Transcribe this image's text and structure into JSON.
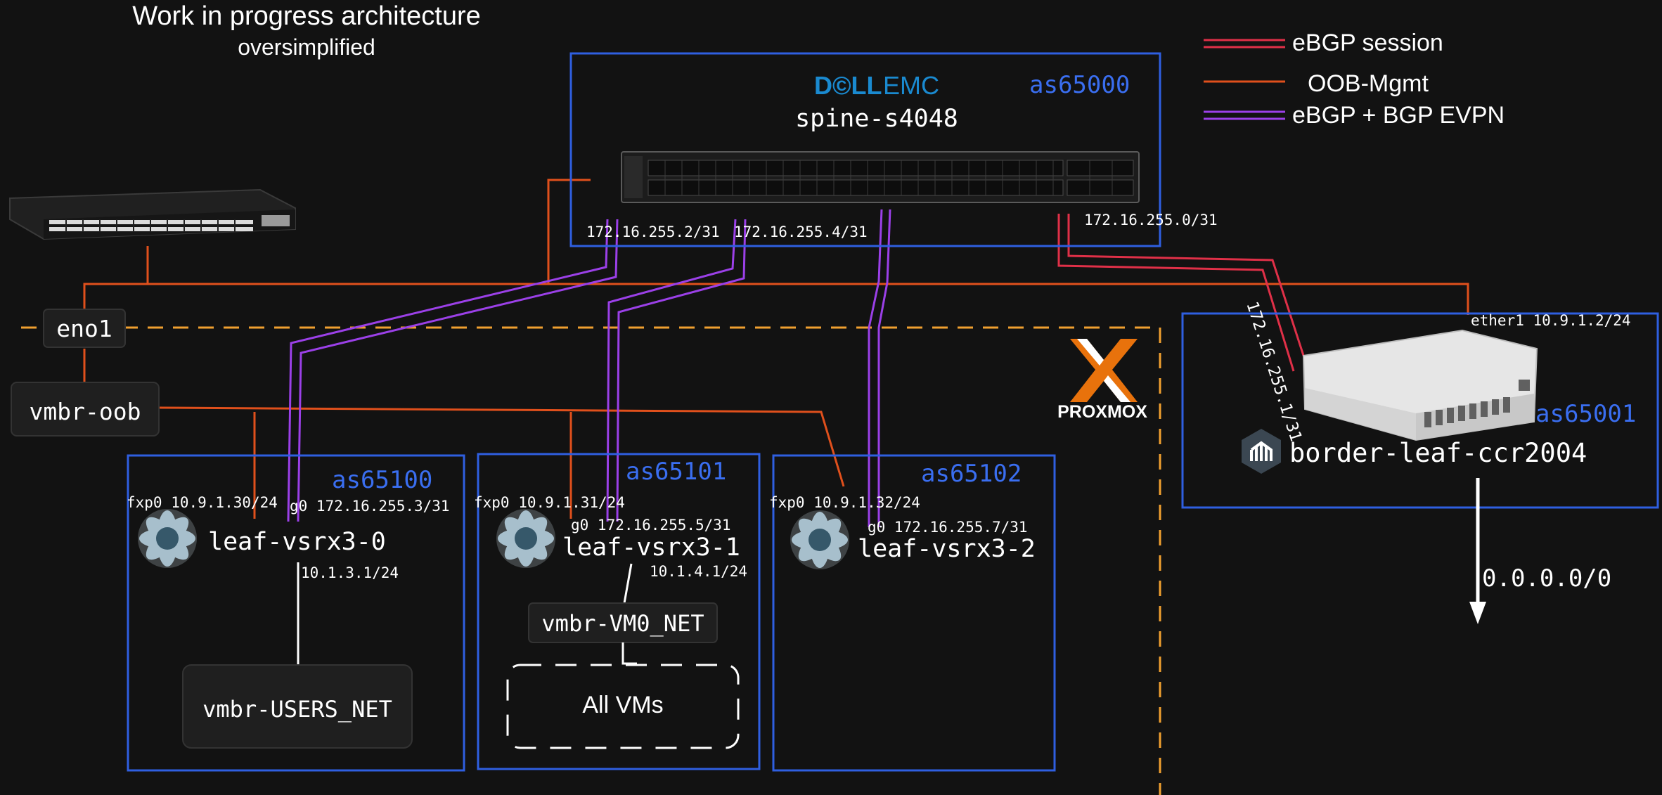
{
  "title": "Work in progress architecture",
  "subtitle": "oversimplified",
  "legend": [
    {
      "label": "eBGP session",
      "color": "#e03048"
    },
    {
      "label": "OOB-Mgmt",
      "color": "#e0501c"
    },
    {
      "label": "eBGP + BGP EVPN",
      "color": "#9b40e8"
    }
  ],
  "spine": {
    "brand_left": "D©LL",
    "brand_right": "EMC",
    "name": "spine-s4048",
    "asn": "as65000",
    "ips": [
      "172.16.255.2/31",
      "172.16.255.4/31",
      "172.16.255.0/31"
    ]
  },
  "oob": {
    "eno1": "eno1",
    "bridge": "vmbr-oob"
  },
  "proxmox": {
    "label": "PROXMOX"
  },
  "leaves": [
    {
      "asn": "as65100",
      "name": "leaf-vsrx3-0",
      "fxp0": "fxp0 10.9.1.30/24",
      "g0": "g0 172.16.255.3/31",
      "lan": "10.1.3.1/24"
    },
    {
      "asn": "as65101",
      "name": "leaf-vsrx3-1",
      "fxp0": "fxp0 10.9.1.31/24",
      "g0": "g0 172.16.255.5/31",
      "lan": "10.1.4.1/24"
    },
    {
      "asn": "as65102",
      "name": "leaf-vsrx3-2",
      "fxp0": "fxp0 10.9.1.32/24",
      "g0": "g0 172.16.255.7/31",
      "lan": ""
    }
  ],
  "users_net": "vmbr-USERS_NET",
  "vm_net": "vmbr-VM0_NET",
  "all_vms": "All VMs",
  "border": {
    "asn": "as65001",
    "name": "border-leaf-ccr2004",
    "ether1": "ether1 10.9.1.2/24",
    "ip": "172.16.255.1/31",
    "route": "0.0.0.0/0"
  }
}
